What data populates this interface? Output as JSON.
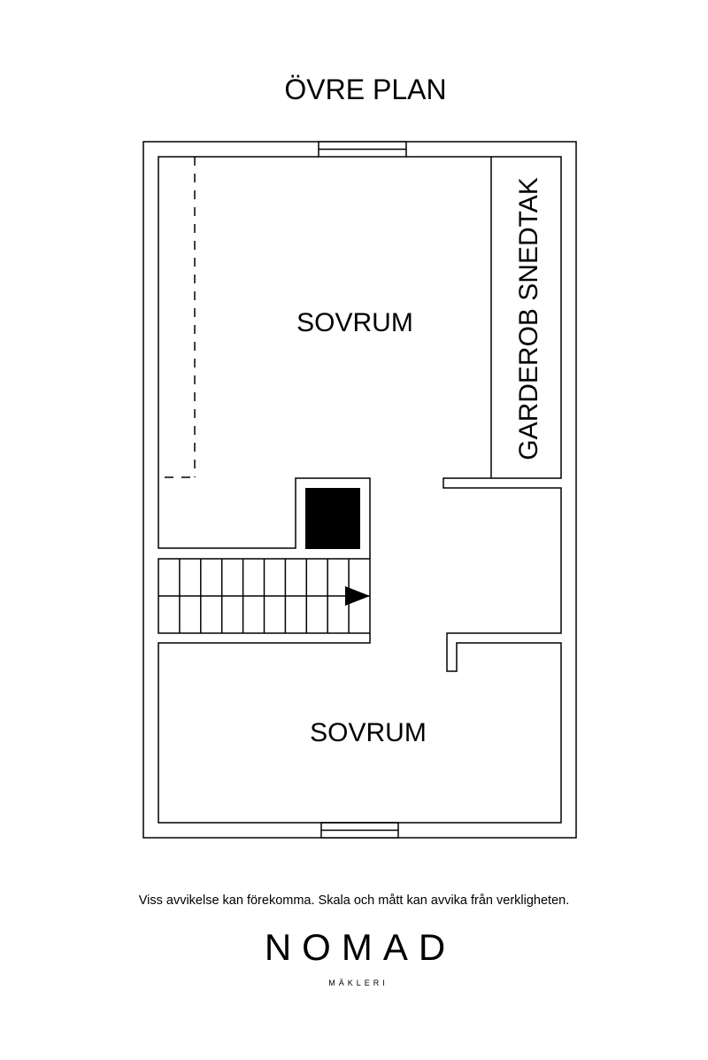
{
  "title": "ÖVRE PLAN",
  "rooms": {
    "upper_bedroom": "SOVRUM",
    "lower_bedroom": "SOVRUM",
    "wardrobe": "GARDEROB SNEDTAK"
  },
  "disclaimer": "Viss avvikelse kan förekomma. Skala och mått kan avvika från verkligheten.",
  "logo": {
    "name": "NOMAD",
    "subtitle": "MÄKLERI"
  }
}
